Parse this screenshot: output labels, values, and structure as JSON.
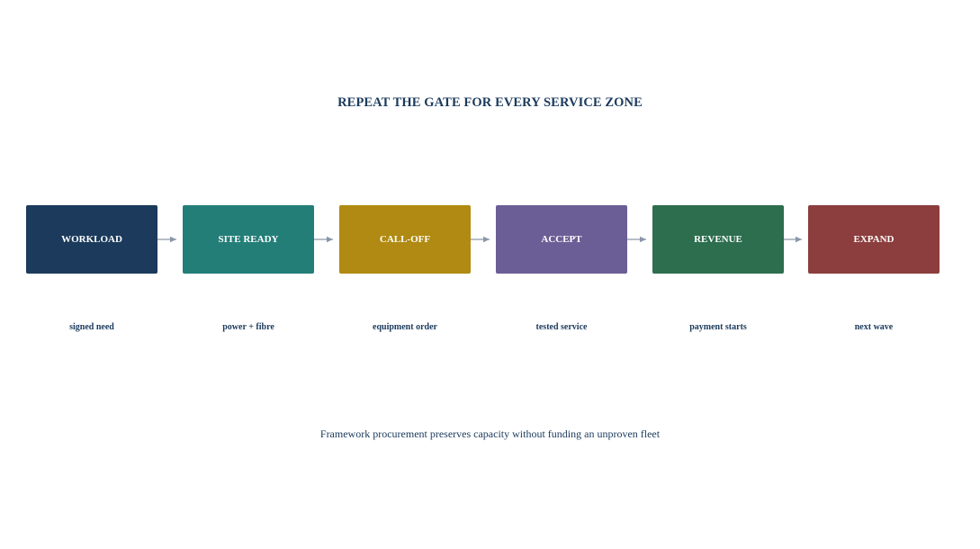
{
  "title": "REPEAT THE GATE FOR EVERY SERVICE ZONE",
  "steps": [
    {
      "label": "WORKLOAD",
      "caption": "signed need",
      "color": "#1b3a5c"
    },
    {
      "label": "SITE READY",
      "caption": "power + fibre",
      "color": "#237e78"
    },
    {
      "label": "CALL-OFF",
      "caption": "equipment order",
      "color": "#b08a12"
    },
    {
      "label": "ACCEPT",
      "caption": "tested service",
      "color": "#6b5e96"
    },
    {
      "label": "REVENUE",
      "caption": "payment starts",
      "color": "#2c6e4e"
    },
    {
      "label": "EXPAND",
      "caption": "next wave",
      "color": "#8c3d3d"
    }
  ],
  "arrow_color": "#8a96a8",
  "footer": "Framework procurement preserves capacity without funding an unproven fleet"
}
